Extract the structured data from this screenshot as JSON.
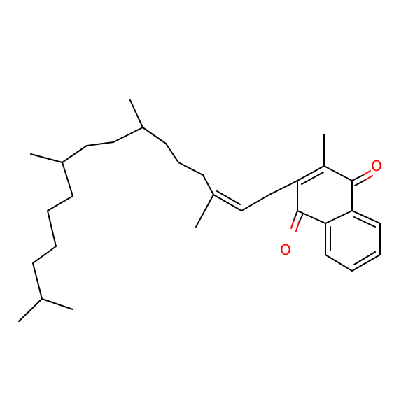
{
  "molecule": {
    "atoms": [
      {
        "id": "O1",
        "label": "O"
      },
      {
        "id": "O2",
        "label": "O"
      }
    ]
  },
  "colors": {
    "bond": "#000000",
    "oxygen": "#ff0000",
    "background": "#ffffff"
  }
}
